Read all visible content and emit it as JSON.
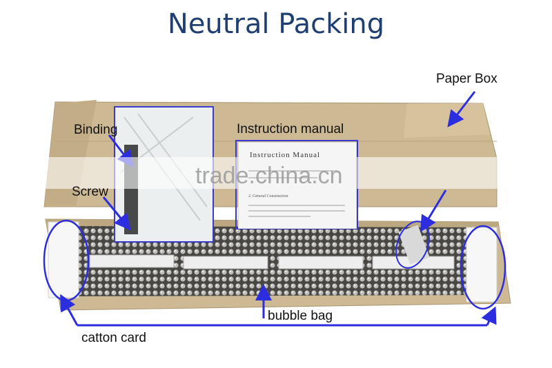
{
  "title": "Neutral Packing",
  "labels": {
    "paper_box": "Paper Box",
    "binding": "Binding",
    "instruction_manual": "Instruction manual",
    "screw": "Screw",
    "bubble_bag": "bubble bag",
    "catton_card": "catton card"
  },
  "manual": {
    "title": "Instruction Manual",
    "section": "2. General Construction"
  },
  "watermark": "trade.china.cn",
  "colors": {
    "title": "#1f3f73",
    "annotation": "#2d2de0",
    "cardboard": "#cdb994"
  }
}
